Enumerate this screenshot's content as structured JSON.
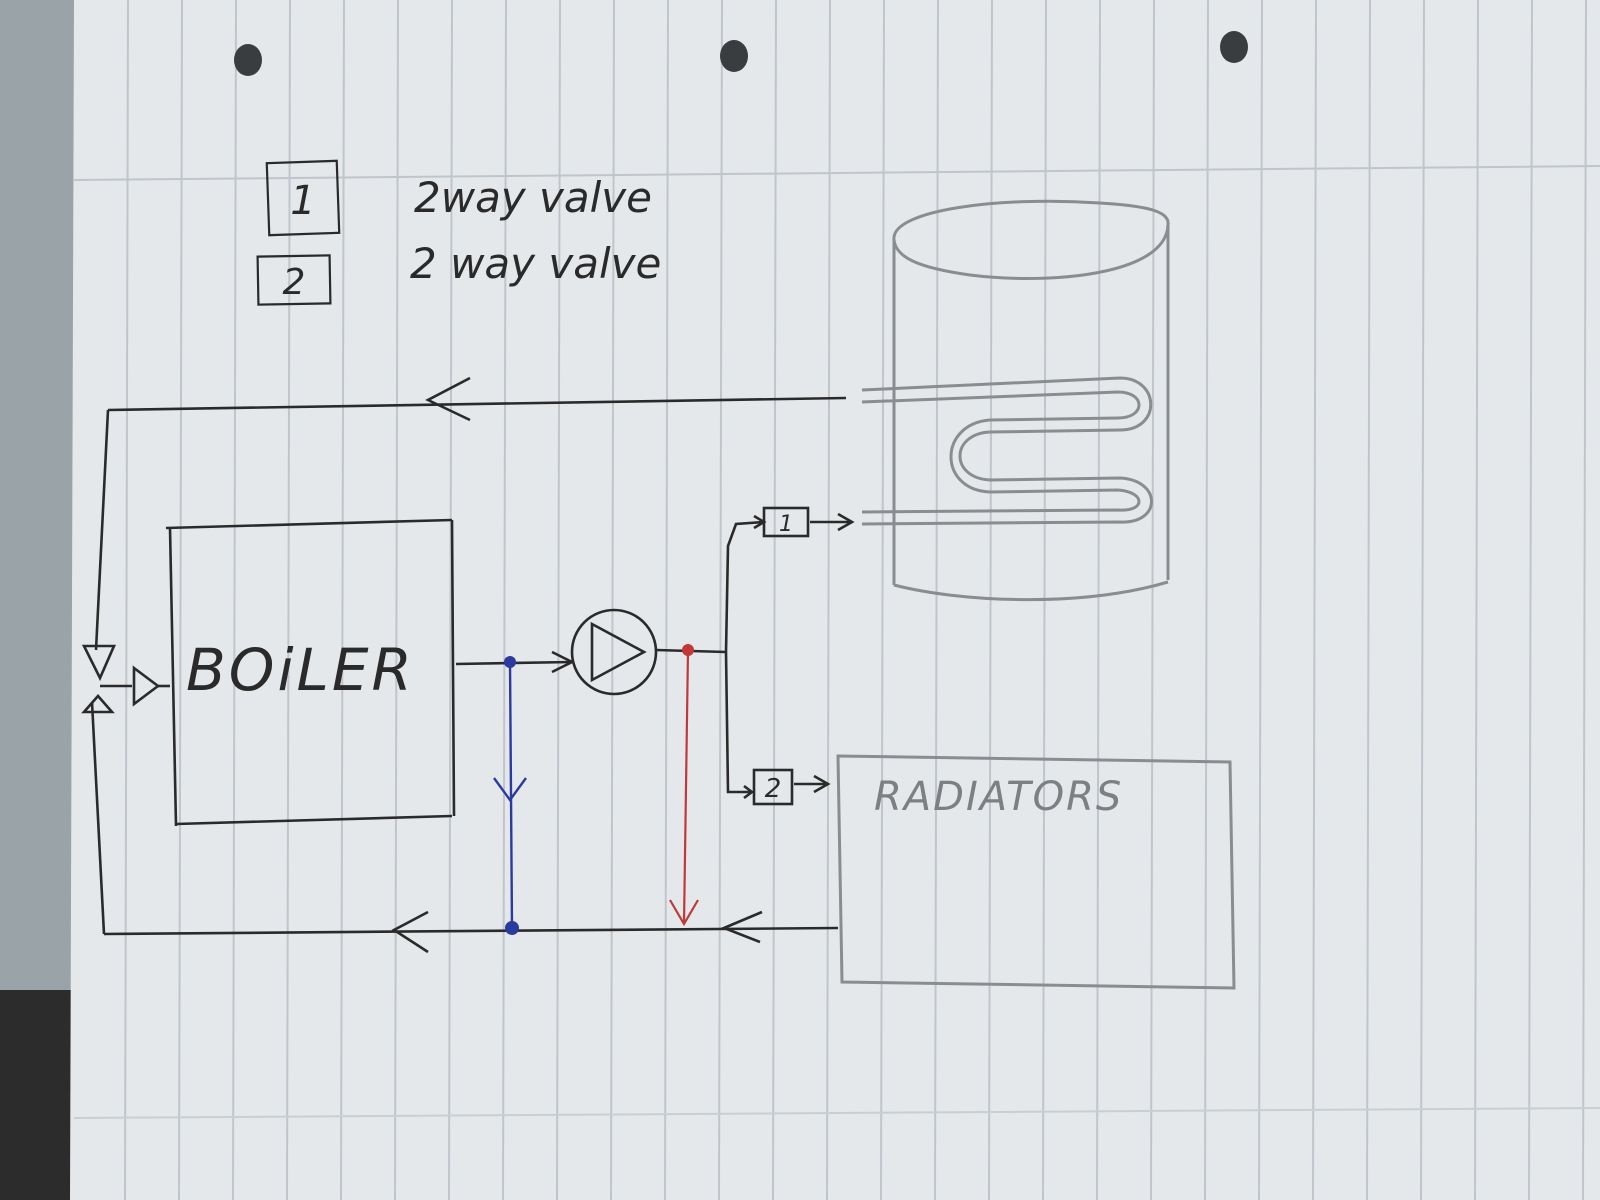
{
  "legend": [
    {
      "key": "1",
      "text": "2way valve"
    },
    {
      "key": "2",
      "text": "2 way valve"
    }
  ],
  "components": {
    "boiler": "BOiLER",
    "radiators": "RADIATORS",
    "valve_1": "1",
    "valve_2": "2"
  },
  "colors": {
    "paper": "#e4e8eb",
    "rule_line": "#b9c0c6",
    "ink_black": "#2a2a2a",
    "pencil_gray": "#8a8d90",
    "ink_blue": "#2b3a9e",
    "ink_red": "#c0383a",
    "background": "#9aa3a8"
  }
}
